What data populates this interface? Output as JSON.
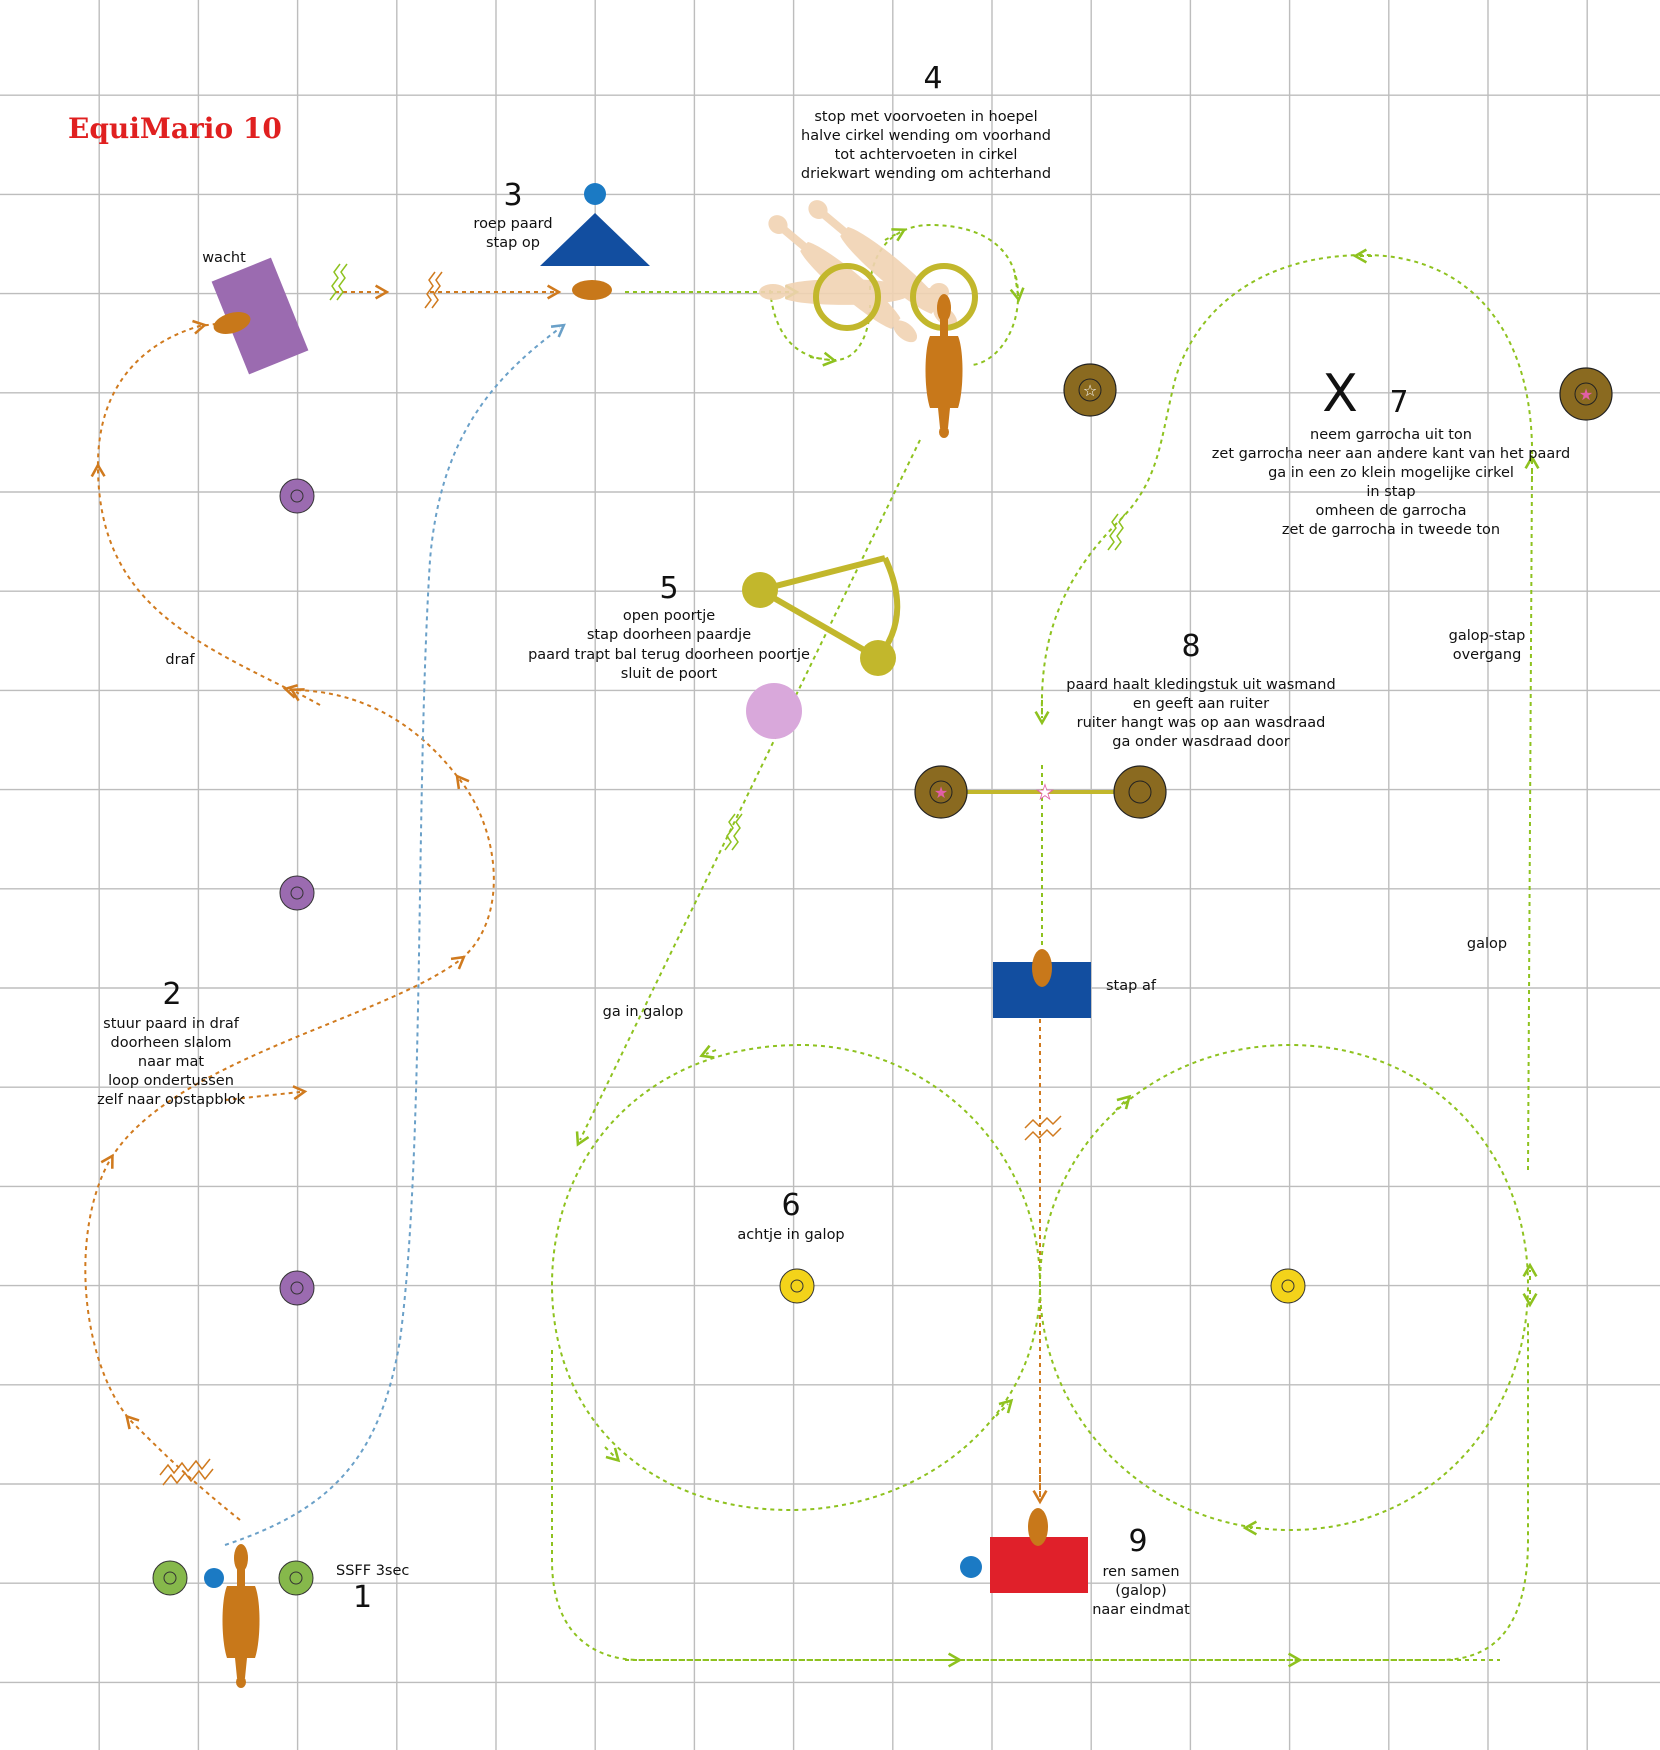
{
  "title": "EquiMario 10",
  "colors": {
    "grid": "#bdbdbd",
    "orange_path": "#d07a1e",
    "green_path": "#8ec21f",
    "blue_path": "#6aa0c8",
    "horse": "#c8781a",
    "horse_ghost": "#f1d3b3",
    "purple": "#9b6bb0",
    "dark_blue": "#124ea0",
    "dot_blue": "#1b7ac4",
    "barrel": "#8a6a20",
    "hoop": "#c2b72c",
    "gate": "#c2b72c",
    "yellow": "#f3d31a",
    "green_cone": "#86b84b",
    "red": "#e0202a",
    "title_red": "#e02020"
  },
  "stations": [
    {
      "number": "1",
      "lines": [
        "SSFF 3sec"
      ]
    },
    {
      "number": "2",
      "lines": [
        "stuur paard in draf",
        "doorheen slalom",
        "naar mat",
        "loop ondertussen",
        "zelf naar opstapblok"
      ]
    },
    {
      "number": "3",
      "lines": [
        "roep paard",
        "stap op"
      ]
    },
    {
      "number": "4",
      "lines": [
        "stop met voorvoeten in hoepel",
        "halve cirkel wending om voorhand",
        "tot achtervoeten in cirkel",
        "driekwart wending om achterhand"
      ]
    },
    {
      "number": "5",
      "lines": [
        "open poortje",
        "stap doorheen paardje",
        "paard trapt bal terug doorheen poortje",
        "sluit de poort"
      ]
    },
    {
      "number": "6",
      "lines": [
        "achtje in galop"
      ]
    },
    {
      "number": "7",
      "lines": [
        "neem garrocha uit ton",
        "zet garrocha neer aan andere kant van het paard",
        "ga in een zo klein mogelijke cirkel",
        "in stap",
        "omheen de garrocha",
        "zet de garrocha in tweede ton"
      ]
    },
    {
      "number": "8",
      "lines": [
        "paard haalt kledingstuk uit wasmand",
        "en geeft aan ruiter",
        "ruiter hangt was op aan wasdraad",
        "ga onder wasdraad door"
      ]
    },
    {
      "number": "9",
      "lines": [
        "ren samen",
        "(galop)",
        "naar eindmat"
      ]
    }
  ],
  "labels": {
    "wacht": "wacht",
    "draf": "draf",
    "ga_in_galop": "ga in galop",
    "stap_af": "stap af",
    "galop": "galop",
    "galop_stap": [
      "galop-stap",
      "overgang"
    ],
    "x_mark": "X"
  },
  "icons": [
    "horse-topview-icon",
    "slalom-pole-icon",
    "barrel-icon",
    "hoop-icon",
    "gate-icon",
    "ball-icon",
    "mounting-block-icon",
    "mat-icon",
    "person-icon"
  ]
}
